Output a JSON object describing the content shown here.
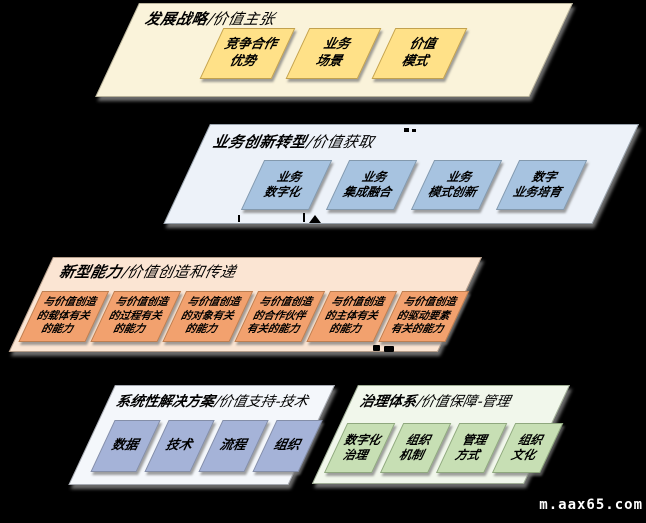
{
  "watermark": "m.aax65.com",
  "colors": {
    "background": "#000000",
    "panel1_fill": "#faf3da",
    "panel1_box_fill": "#ffe188",
    "panel1_box_border": "#c2a14e",
    "panel2_fill": "#edf2f9",
    "panel2_box_fill": "#a7c3e0",
    "panel3_fill": "#fbe5d3",
    "panel3_box_fill": "#f2a16e",
    "panel4_fill": "#f4f7fb",
    "panel4_box_fill": "#a5b3d8",
    "panel5_fill": "#f1f7eb",
    "panel5_box_fill": "#c7dfb4",
    "watermark_color": "#ffffff"
  },
  "panels": [
    {
      "id": "development-strategy",
      "title_main": "发展战略",
      "title_sub": "/价值主张",
      "boxes": [
        [
          "竞争合作",
          "优势"
        ],
        [
          "业务",
          "场景"
        ],
        [
          "价值",
          "模式"
        ]
      ]
    },
    {
      "id": "business-innovation",
      "title_main": "业务创新转型",
      "title_sub": "/价值获取",
      "boxes": [
        [
          "业务",
          "数字化"
        ],
        [
          "业务",
          "集成融合"
        ],
        [
          "业务",
          "模式创新"
        ],
        [
          "数字",
          "业务培育"
        ]
      ]
    },
    {
      "id": "new-capabilities",
      "title_main": "新型能力",
      "title_sub": "/价值创造和传递",
      "boxes": [
        [
          "与价值创造",
          "的载体有关",
          "的能力"
        ],
        [
          "与价值创造",
          "的过程有关",
          "的能力"
        ],
        [
          "与价值创造",
          "的对象有关",
          "的能力"
        ],
        [
          "与价值创造",
          "的合作伙伴",
          "有关的能力"
        ],
        [
          "与价值创造",
          "的主体有关",
          "的能力"
        ],
        [
          "与价值创造",
          "的驱动要素",
          "有关的能力"
        ]
      ]
    },
    {
      "id": "systematic-solutions",
      "title_main": "系统性解决方案",
      "title_sub": "/价值支持-技术",
      "boxes": [
        [
          "数据"
        ],
        [
          "技术"
        ],
        [
          "流程"
        ],
        [
          "组织"
        ]
      ]
    },
    {
      "id": "governance-system",
      "title_main": "治理体系",
      "title_sub": "/价值保障-管理",
      "boxes": [
        [
          "数字化",
          "治理"
        ],
        [
          "组织",
          "机制"
        ],
        [
          "管理",
          "方式"
        ],
        [
          "组织",
          "文化"
        ]
      ]
    }
  ]
}
